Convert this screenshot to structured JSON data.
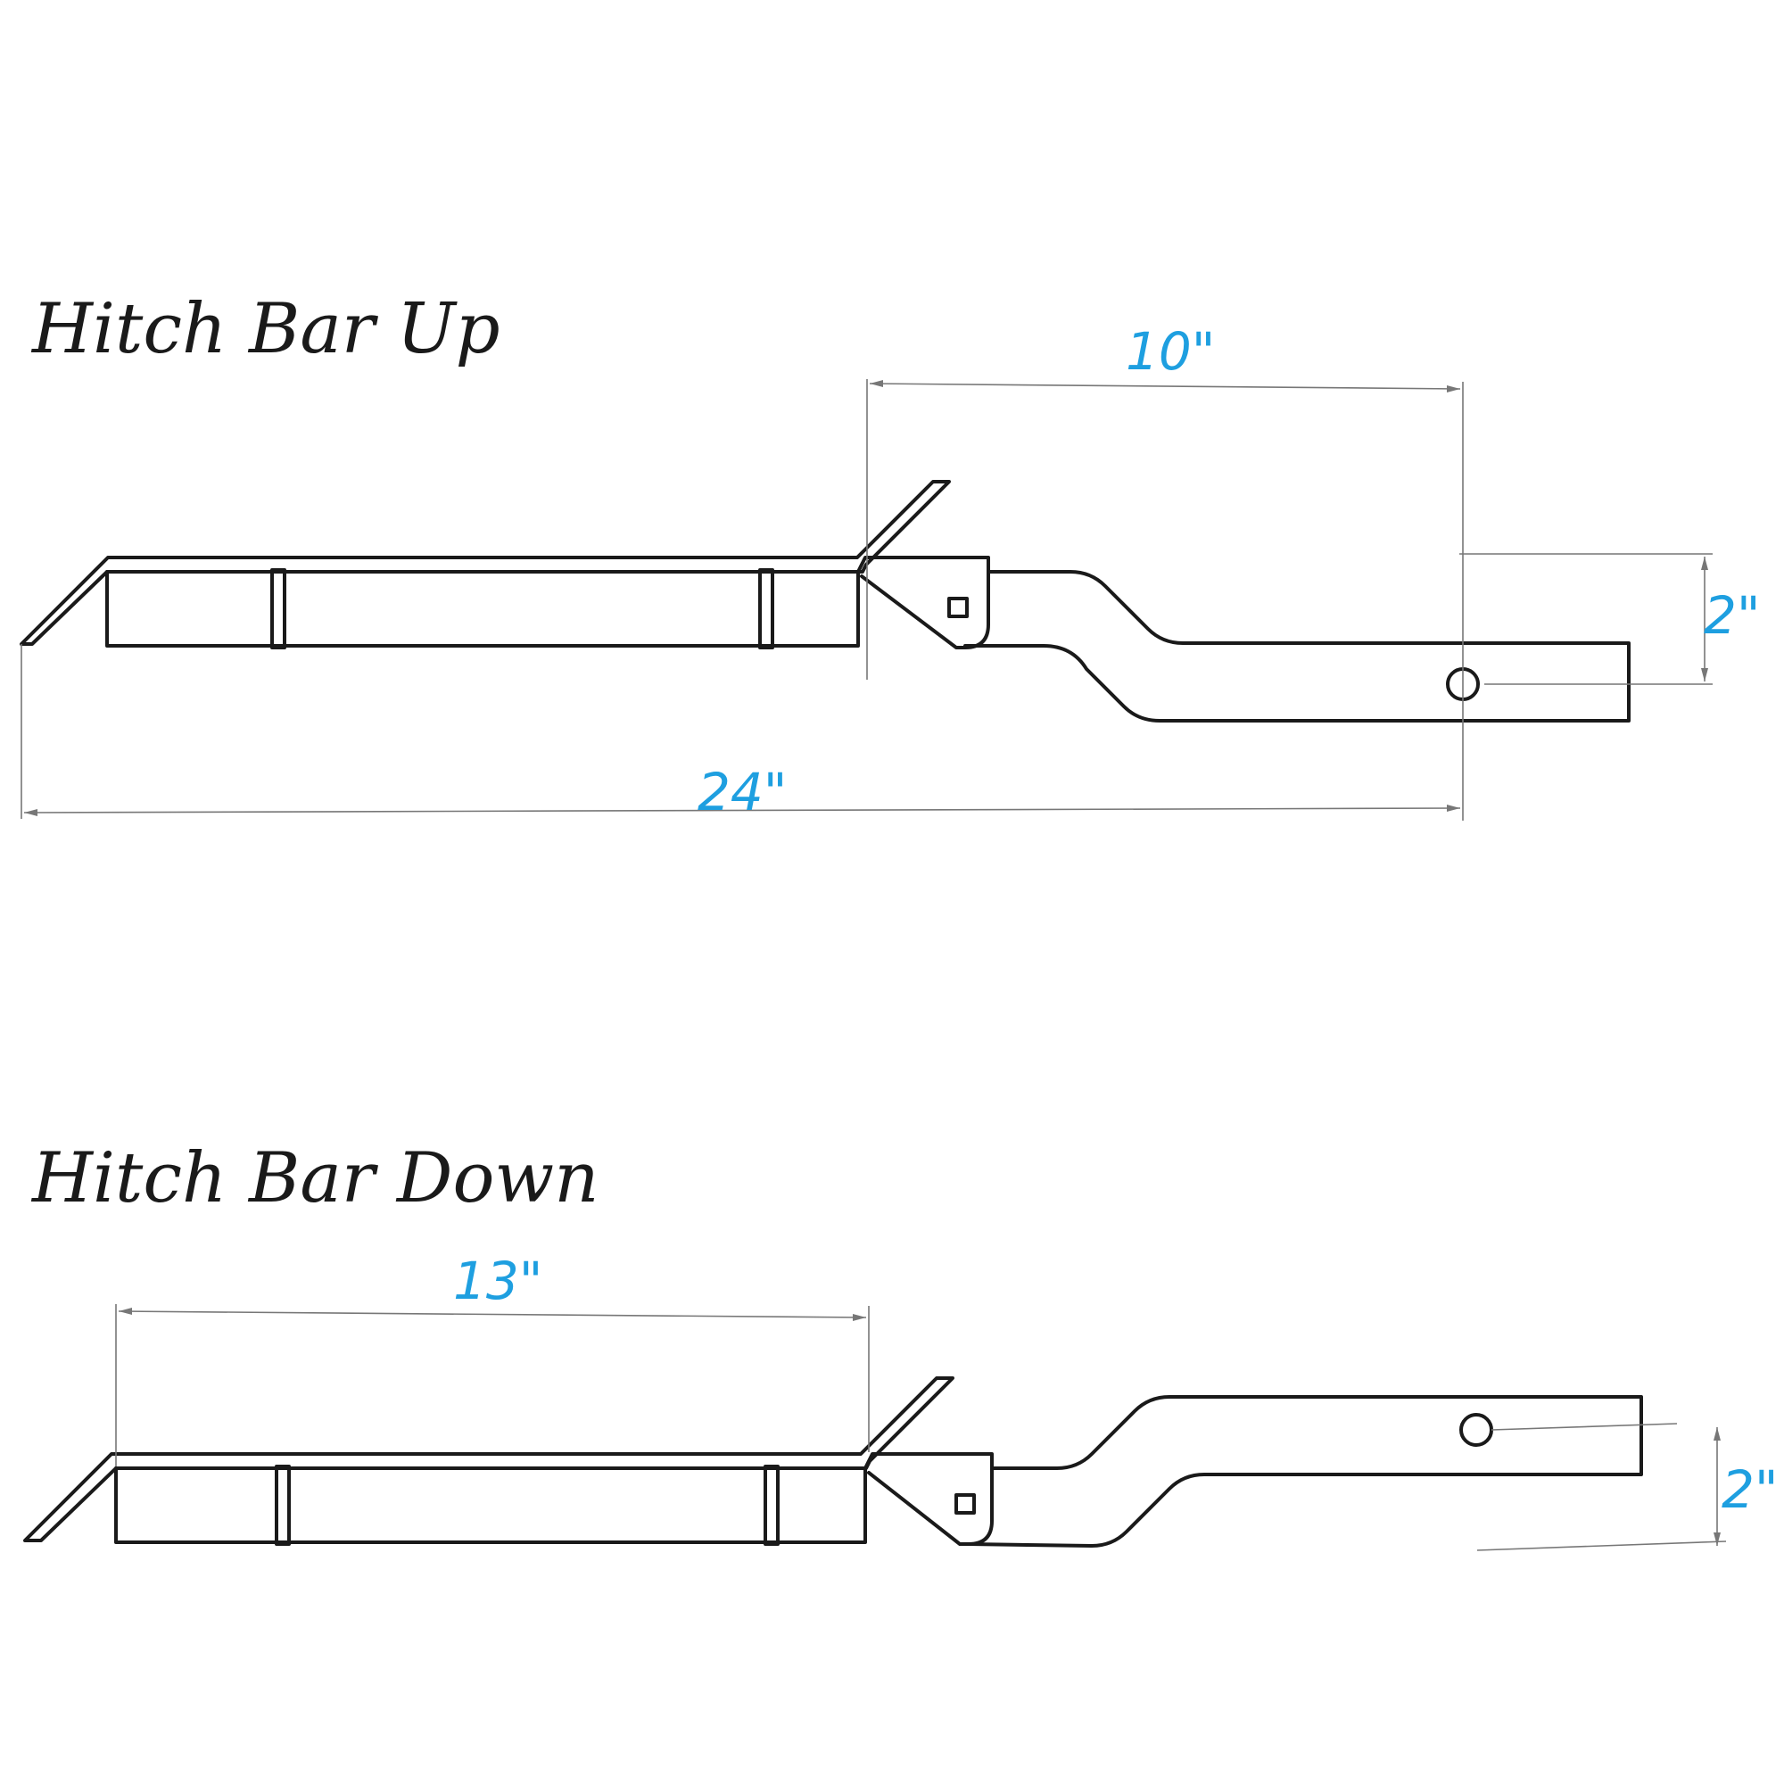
{
  "up": {
    "title": "Hitch Bar Up",
    "dim_horizontal_top": "10\"",
    "dim_vertical": "2\"",
    "dim_overall": "24\""
  },
  "down": {
    "title": "Hitch Bar Down",
    "dim_horizontal_top": "13\"",
    "dim_vertical": "2\""
  },
  "colors": {
    "outline": "#1a1a1a",
    "dimension_text": "#1e9fe0",
    "dimension_line": "#777777"
  }
}
